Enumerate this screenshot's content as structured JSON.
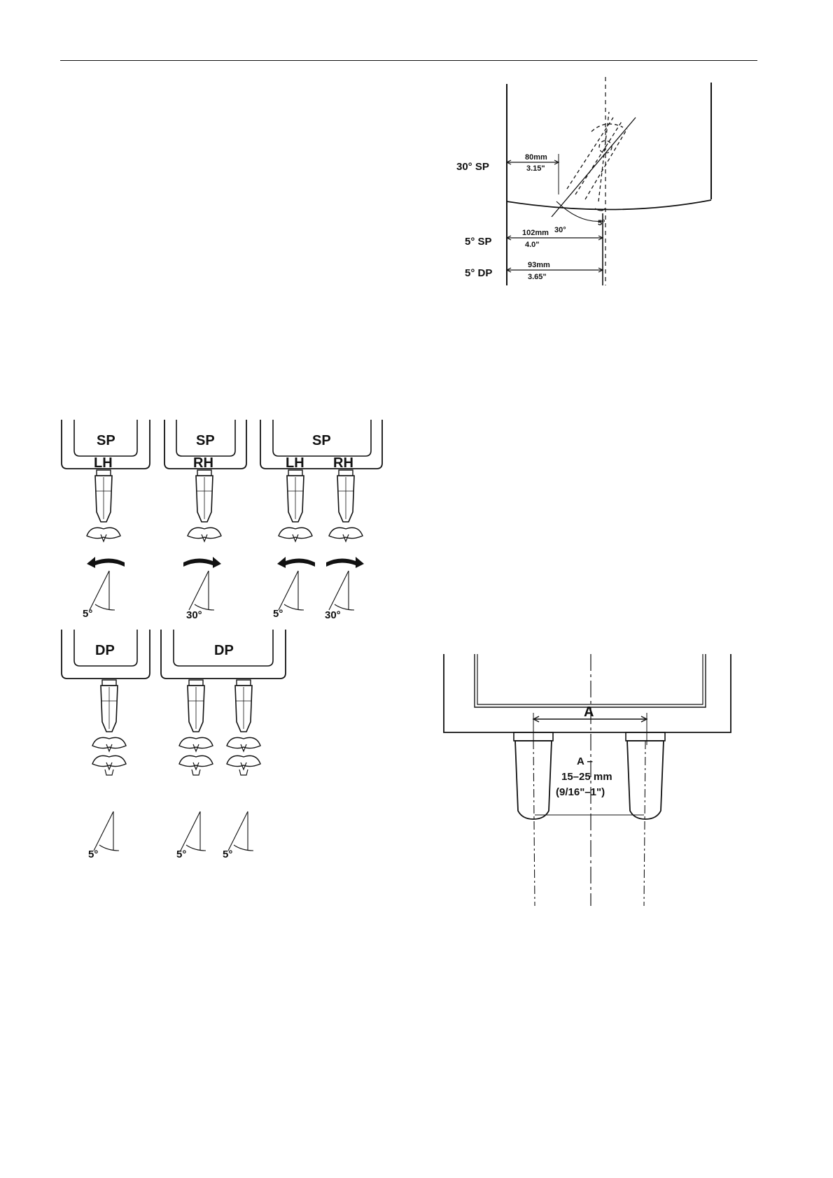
{
  "figure_top": {
    "labels": {
      "row_30_sp": "30° SP",
      "row_5_sp": "5° SP",
      "row_5_dp": "5° DP",
      "dim_80_mm": "80mm",
      "dim_80_in": "3.15\"",
      "dim_102_mm": "102mm",
      "dim_102_in": "4.0\"",
      "dim_93_mm": "93mm",
      "dim_93_in": "3.65\"",
      "angle_30": "30°",
      "angle_5": "5°"
    }
  },
  "figure_configs": {
    "sp_lh": {
      "top": "SP",
      "side": "LH",
      "angle": "5°"
    },
    "sp_rh": {
      "top": "SP",
      "side": "RH",
      "angle": "30°"
    },
    "sp_twin": {
      "top": "SP",
      "side_left": "LH",
      "side_right": "RH",
      "angle_left": "5°",
      "angle_right": "30°"
    },
    "dp_single": {
      "top": "DP",
      "angle": "5°"
    },
    "dp_twin": {
      "top": "DP",
      "angle_left": "5°",
      "angle_right": "5°"
    }
  },
  "figure_twin": {
    "dim_label": "A",
    "note_line1": "A –",
    "note_line2": "15–25 mm",
    "note_line3": "(9/16\"–1\")"
  }
}
